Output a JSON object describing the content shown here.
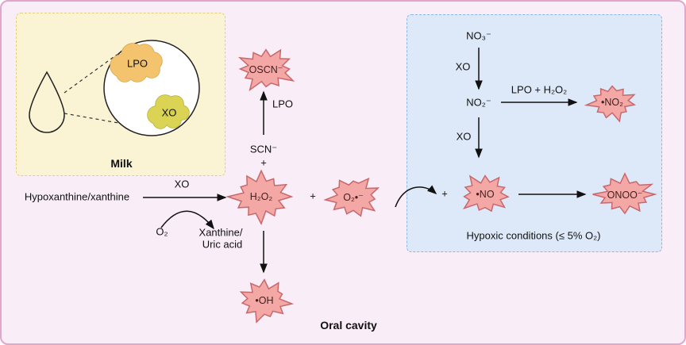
{
  "colors": {
    "canvas_bg": "#f9edf7",
    "canvas_border": "#e2a6cb",
    "milk_bg": "#fbf4d4",
    "blue_bg": "#dde9f8",
    "blue_border": "#8bb8e8",
    "star_fill": "#f3a8a6",
    "star_stroke": "#c9686c",
    "lpo_cloud_fill": "#f4c36d",
    "lpo_cloud_stroke": "#d9a44a",
    "xo_cloud_fill": "#dbd354",
    "xo_cloud_stroke": "#b5ad33",
    "arrow": "#111111"
  },
  "milk": {
    "label": "Milk",
    "lpo": "LPO",
    "xo": "XO"
  },
  "left": {
    "substrate": "Hypoxanthine/xanthine",
    "enzyme": "XO",
    "oxygen": "O₂",
    "product1": "Xanthine/",
    "product2": "Uric acid"
  },
  "center": {
    "oscn": "OSCN⁻",
    "lpo": "LPO",
    "scn": "SCN⁻",
    "plus_scn": "+",
    "h2o2": "H₂O₂",
    "plus_mid": "+",
    "superoxide": "O₂•⁻",
    "hydroxyl": "•OH",
    "oral_cavity": "Oral cavity"
  },
  "blue": {
    "no3": "NO₃⁻",
    "xo_top": "XO",
    "no2": "NO₂⁻",
    "lpo_h2o2": "LPO + H₂O₂",
    "no2_radical": "•NO₂",
    "xo_mid": "XO",
    "plus": "+",
    "no_radical": "•NO",
    "peroxynitrite": "ONOO⁻",
    "condition": "Hypoxic conditions (≤ 5% O₂)"
  }
}
